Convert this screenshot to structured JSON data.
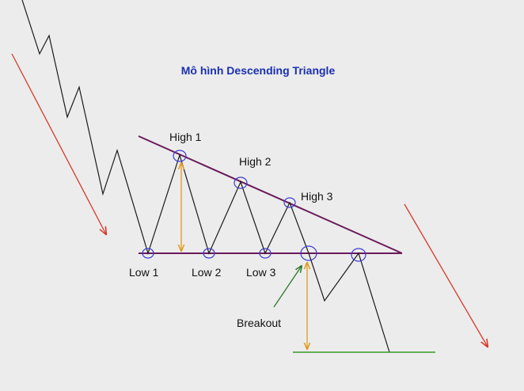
{
  "diagram": {
    "title": "Mô hình Descending Triangle",
    "labels": {
      "high1": "High 1",
      "high2": "High 2",
      "high3": "High 3",
      "low1": "Low 1",
      "low2": "Low 2",
      "low3": "Low 3",
      "breakout": "Breakout"
    },
    "colors": {
      "title": "#1a2fb0",
      "price": "#1a1a1a",
      "trendline": "#6a1a5a",
      "trend_arrow": "#d63a2a",
      "measure_arrow": "#e09a1a",
      "target_line": "#3a9a2a",
      "breakout_arrow": "#2a7a2a",
      "pivot_circle": "#3a3ad0"
    }
  }
}
